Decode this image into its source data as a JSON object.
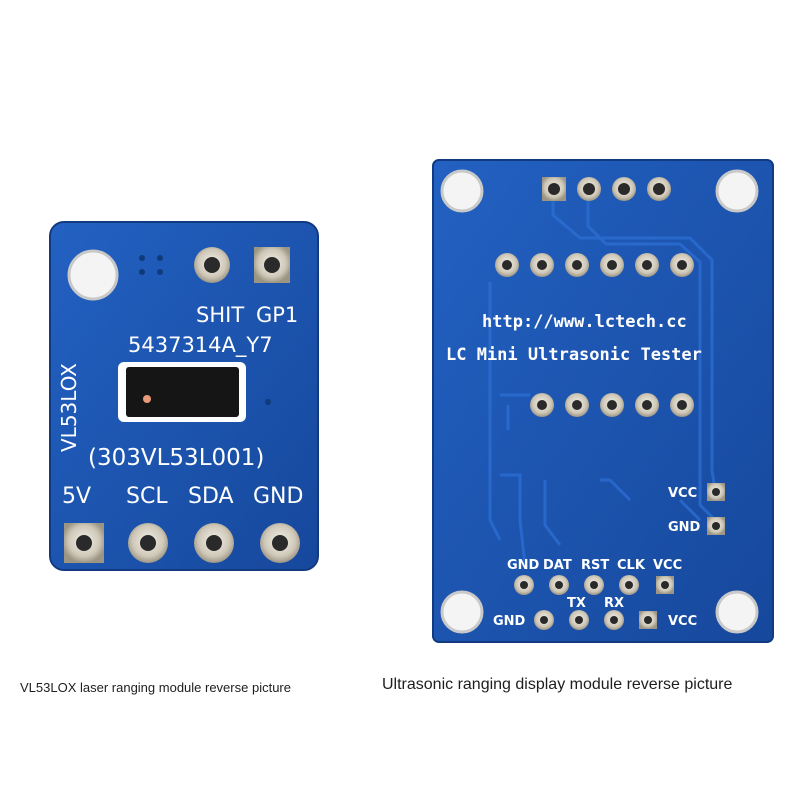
{
  "vl53_module": {
    "side_label": "VL53LOX",
    "top_pin_labels": [
      "SHIT",
      "GP1"
    ],
    "part_code": "5437314A_Y7",
    "chip_label": "(303VL53L001)",
    "bottom_pin_labels": [
      "5V",
      "SCL",
      "SDA",
      "GND"
    ]
  },
  "ultrasonic_module": {
    "url": "http://www.lctech.cc",
    "title": "LC Mini Ultrasonic Tester",
    "right_pin_labels": [
      "VCC",
      "GND"
    ],
    "header_labels": [
      "GND",
      "DAT",
      "RST",
      "CLK",
      "VCC"
    ],
    "lower_labels": [
      "TX",
      "RX"
    ],
    "bottom_left_label": "GND",
    "bottom_right_label": "VCC"
  },
  "captions": {
    "left": "VL53LOX laser ranging module reverse picture",
    "right": "Ultrasonic ranging display module reverse picture"
  },
  "colors": {
    "pcb_blue": "#1d55b0",
    "pcb_edge": "#163f86",
    "silkscreen": "#ffffff",
    "pad_gold": "#d8d2c4"
  }
}
